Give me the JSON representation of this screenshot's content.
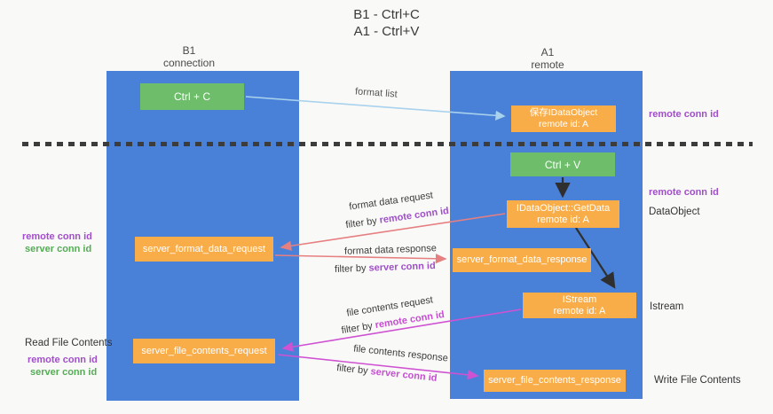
{
  "title": {
    "line1": "B1 - Ctrl+C",
    "line2": "A1 - Ctrl+V"
  },
  "lanes": {
    "left": {
      "name": "B1",
      "subtitle": "connection"
    },
    "right": {
      "name": "A1",
      "subtitle": "remote"
    }
  },
  "nodes": {
    "ctrl_c": "Ctrl + C",
    "ctrl_v": "Ctrl + V",
    "idataobject_store": {
      "line1": "保存IDataObject",
      "line2": "remote id: A"
    },
    "getdata": {
      "line1": "IDataObject::GetData",
      "line2": "remote id: A"
    },
    "istream": {
      "line1": "IStream",
      "line2": "remote id: A"
    },
    "server_format_data_request": "server_format_data_request",
    "server_format_data_response": "server_format_data_response",
    "server_file_contents_request": "server_file_contents_request",
    "server_file_contents_response": "server_file_contents_response"
  },
  "edge_labels": {
    "format_list": "format list",
    "format_data_request": "format data request",
    "format_data_response": "format data response",
    "file_contents_request": "file contents request",
    "file_contents_response": "file contents response",
    "filter_by": "filter by ",
    "remote_conn_id": "remote conn id",
    "server_conn_id": "server conn id"
  },
  "side_labels": {
    "remote_conn_id": "remote conn id",
    "server_conn_id": "server conn id",
    "dataobject": "DataObject",
    "istream": "Istream",
    "read_file_contents": "Read File Contents",
    "write_file_contents": "Write File Contents"
  },
  "colors": {
    "lane_blue": "#4a81d8",
    "node_green": "#6ebd6b",
    "node_orange": "#f9ad49",
    "arrow_light_blue": "#a9d2ed",
    "arrow_red": "#e67f80",
    "arrow_magenta": "#cf52d2",
    "arrow_black": "#2f2f2f",
    "text_purple": "#a04fc8",
    "text_magenta": "#c64fd0",
    "text_green": "#53ae53"
  }
}
